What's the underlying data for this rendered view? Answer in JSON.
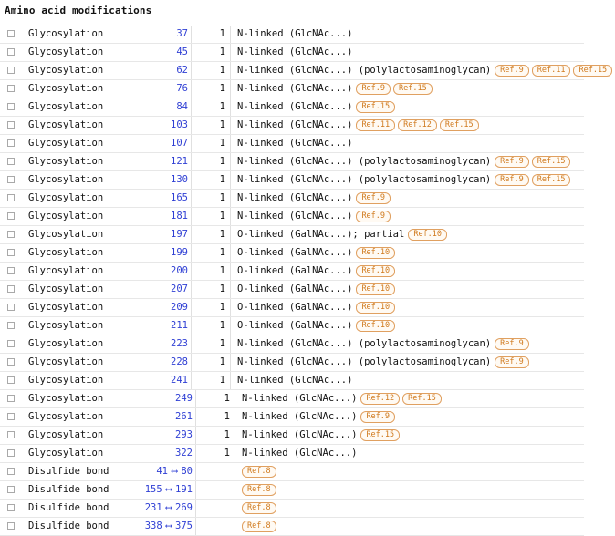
{
  "section": {
    "title": "Amino acid modifications"
  },
  "rows": [
    {
      "type": "Glycosylation",
      "position": "37",
      "length": "1",
      "description": "N-linked (GlcNAc...)",
      "refs": []
    },
    {
      "type": "Glycosylation",
      "position": "45",
      "length": "1",
      "description": "N-linked (GlcNAc...)",
      "refs": []
    },
    {
      "type": "Glycosylation",
      "position": "62",
      "length": "1",
      "description": "N-linked (GlcNAc...) (polylactosaminoglycan)",
      "refs": [
        "Ref.9",
        "Ref.11",
        "Ref.15"
      ]
    },
    {
      "type": "Glycosylation",
      "position": "76",
      "length": "1",
      "description": "N-linked (GlcNAc...)",
      "refs": [
        "Ref.9",
        "Ref.15"
      ]
    },
    {
      "type": "Glycosylation",
      "position": "84",
      "length": "1",
      "description": "N-linked (GlcNAc...)",
      "refs": [
        "Ref.15"
      ]
    },
    {
      "type": "Glycosylation",
      "position": "103",
      "length": "1",
      "description": "N-linked (GlcNAc...)",
      "refs": [
        "Ref.11",
        "Ref.12",
        "Ref.15"
      ]
    },
    {
      "type": "Glycosylation",
      "position": "107",
      "length": "1",
      "description": "N-linked (GlcNAc...)",
      "refs": []
    },
    {
      "type": "Glycosylation",
      "position": "121",
      "length": "1",
      "description": "N-linked (GlcNAc...) (polylactosaminoglycan)",
      "refs": [
        "Ref.9",
        "Ref.15"
      ]
    },
    {
      "type": "Glycosylation",
      "position": "130",
      "length": "1",
      "description": "N-linked (GlcNAc...) (polylactosaminoglycan)",
      "refs": [
        "Ref.9",
        "Ref.15"
      ]
    },
    {
      "type": "Glycosylation",
      "position": "165",
      "length": "1",
      "description": "N-linked (GlcNAc...)",
      "refs": [
        "Ref.9"
      ]
    },
    {
      "type": "Glycosylation",
      "position": "181",
      "length": "1",
      "description": "N-linked (GlcNAc...)",
      "refs": [
        "Ref.9"
      ]
    },
    {
      "type": "Glycosylation",
      "position": "197",
      "length": "1",
      "description": "O-linked (GalNAc...); partial",
      "refs": [
        "Ref.10"
      ]
    },
    {
      "type": "Glycosylation",
      "position": "199",
      "length": "1",
      "description": "O-linked (GalNAc...)",
      "refs": [
        "Ref.10"
      ]
    },
    {
      "type": "Glycosylation",
      "position": "200",
      "length": "1",
      "description": "O-linked (GalNAc...)",
      "refs": [
        "Ref.10"
      ]
    },
    {
      "type": "Glycosylation",
      "position": "207",
      "length": "1",
      "description": "O-linked (GalNAc...)",
      "refs": [
        "Ref.10"
      ]
    },
    {
      "type": "Glycosylation",
      "position": "209",
      "length": "1",
      "description": "O-linked (GalNAc...)",
      "refs": [
        "Ref.10"
      ]
    },
    {
      "type": "Glycosylation",
      "position": "211",
      "length": "1",
      "description": "O-linked (GalNAc...)",
      "refs": [
        "Ref.10"
      ]
    },
    {
      "type": "Glycosylation",
      "position": "223",
      "length": "1",
      "description": "N-linked (GlcNAc...) (polylactosaminoglycan)",
      "refs": [
        "Ref.9"
      ]
    },
    {
      "type": "Glycosylation",
      "position": "228",
      "length": "1",
      "description": "N-linked (GlcNAc...) (polylactosaminoglycan)",
      "refs": [
        "Ref.9"
      ]
    },
    {
      "type": "Glycosylation",
      "position": "241",
      "length": "1",
      "description": "N-linked (GlcNAc...)",
      "refs": []
    },
    {
      "type": "Glycosylation",
      "position": "249",
      "length": "1",
      "description": "N-linked (GlcNAc...)",
      "refs": [
        "Ref.12",
        "Ref.15"
      ]
    },
    {
      "type": "Glycosylation",
      "position": "261",
      "length": "1",
      "description": "N-linked (GlcNAc...)",
      "refs": [
        "Ref.9"
      ]
    },
    {
      "type": "Glycosylation",
      "position": "293",
      "length": "1",
      "description": "N-linked (GlcNAc...)",
      "refs": [
        "Ref.15"
      ]
    },
    {
      "type": "Glycosylation",
      "position": "322",
      "length": "1",
      "description": "N-linked (GlcNAc...)",
      "refs": []
    },
    {
      "type": "Disulfide bond",
      "from": "41",
      "to": "80",
      "length": "",
      "description": "",
      "refs": [
        "Ref.8"
      ]
    },
    {
      "type": "Disulfide bond",
      "from": "155",
      "to": "191",
      "length": "",
      "description": "",
      "refs": [
        "Ref.8"
      ]
    },
    {
      "type": "Disulfide bond",
      "from": "231",
      "to": "269",
      "length": "",
      "description": "",
      "refs": [
        "Ref.8"
      ]
    },
    {
      "type": "Disulfide bond",
      "from": "338",
      "to": "375",
      "length": "",
      "description": "",
      "refs": [
        "Ref.8"
      ]
    }
  ],
  "icons": {
    "row_checkbox": "checkbox-icon",
    "bond_arrow": "double-arrow-icon",
    "bond_arrow_glyph": "⟷"
  },
  "colors": {
    "position_link": "#2f3fd4",
    "ref_badge": "#d07a1e",
    "ref_border": "#e0a060"
  }
}
